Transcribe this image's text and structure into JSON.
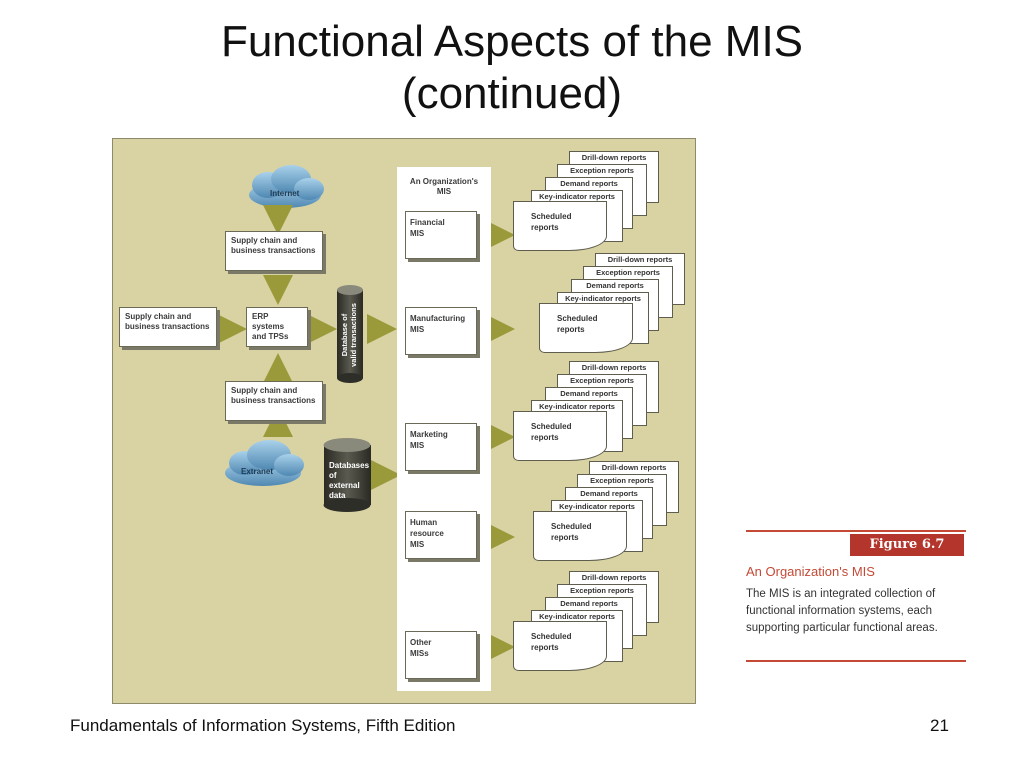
{
  "slide": {
    "title_line1": "Functional Aspects of the MIS",
    "title_line2": "(continued)",
    "footer_left": "Fundamentals of Information Systems, Fifth Edition",
    "page_number": "21"
  },
  "diagram": {
    "internet": "Internet",
    "extranet": "Extranet",
    "supply_top": "Supply chain and\nbusiness transactions",
    "supply_left": "Supply chain and\nbusiness transactions",
    "supply_bottom": "Supply chain and\nbusiness transactions",
    "erp": "ERP systems\nand TPSs",
    "db_valid": "Database of\nvalid transactions",
    "db_external": "Databases\nof\nexternal\ndata",
    "mis_heading": "An Organization's\nMIS",
    "mis_boxes": [
      "Financial\nMIS",
      "Manufacturing\nMIS",
      "Marketing\nMIS",
      "Human\nresource\nMIS",
      "Other\nMISs"
    ],
    "reports": {
      "drill_down": "Drill-down reports",
      "exception": "Exception reports",
      "demand": "Demand reports",
      "key_indicator": "Key-indicator reports",
      "scheduled": "Scheduled\nreports"
    },
    "colors": {
      "background": "#d9d3a4",
      "arrow": "#9a9a3a",
      "cloud": "#7fb4d8",
      "cylinder": "#3a3a32"
    }
  },
  "caption": {
    "figure": "Figure 6.7",
    "title": "An Organization's MIS",
    "body": "The MIS is an integrated collection of functional information systems, each supporting particular functional areas."
  }
}
